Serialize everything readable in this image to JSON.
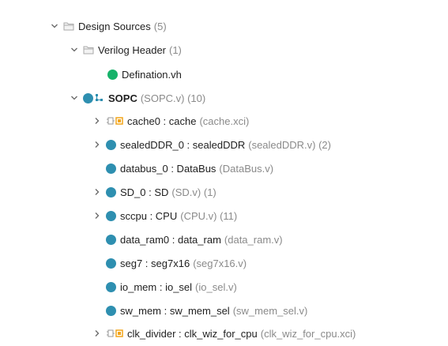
{
  "colors": {
    "module_dot": "#2e8fb0",
    "header_dot": "#17b26a",
    "ip_orange": "#f2a51c",
    "muted_text": "#8a8a8a"
  },
  "tree": {
    "design_sources": {
      "label": "Design Sources",
      "count": "(5)",
      "icon": "folder-icon",
      "expanded": true
    },
    "verilog_header": {
      "label": "Verilog Header",
      "count": "(1)",
      "icon": "folder-icon",
      "expanded": true
    },
    "defination": {
      "label": "Defination.vh",
      "icon": "green-dot-icon"
    },
    "sopc": {
      "label": "SOPC",
      "meta": "(SOPC.v) (10)",
      "icon": "hierarchy-top-icon",
      "expanded": true
    },
    "children": [
      {
        "name": "cache0 : cache",
        "meta": "(cache.xci)",
        "icon": "ip-core-icon",
        "expandable": true
      },
      {
        "name": "sealedDDR_0 : sealedDDR",
        "meta": "(sealedDDR.v) (2)",
        "icon": "module-dot-icon",
        "expandable": true
      },
      {
        "name": "databus_0 : DataBus",
        "meta": "(DataBus.v)",
        "icon": "module-dot-icon",
        "expandable": false
      },
      {
        "name": "SD_0 : SD",
        "meta": "(SD.v) (1)",
        "icon": "module-dot-icon",
        "expandable": true
      },
      {
        "name": "sccpu : CPU",
        "meta": "(CPU.v) (11)",
        "icon": "module-dot-icon",
        "expandable": true
      },
      {
        "name": "data_ram0 : data_ram",
        "meta": "(data_ram.v)",
        "icon": "module-dot-icon",
        "expandable": false
      },
      {
        "name": "seg7 : seg7x16",
        "meta": "(seg7x16.v)",
        "icon": "module-dot-icon",
        "expandable": false
      },
      {
        "name": "io_mem : io_sel",
        "meta": "(io_sel.v)",
        "icon": "module-dot-icon",
        "expandable": false
      },
      {
        "name": "sw_mem : sw_mem_sel",
        "meta": "(sw_mem_sel.v)",
        "icon": "module-dot-icon",
        "expandable": false
      },
      {
        "name": "clk_divider : clk_wiz_for_cpu",
        "meta": "(clk_wiz_for_cpu.xci)",
        "icon": "ip-core-icon",
        "expandable": true
      }
    ]
  }
}
